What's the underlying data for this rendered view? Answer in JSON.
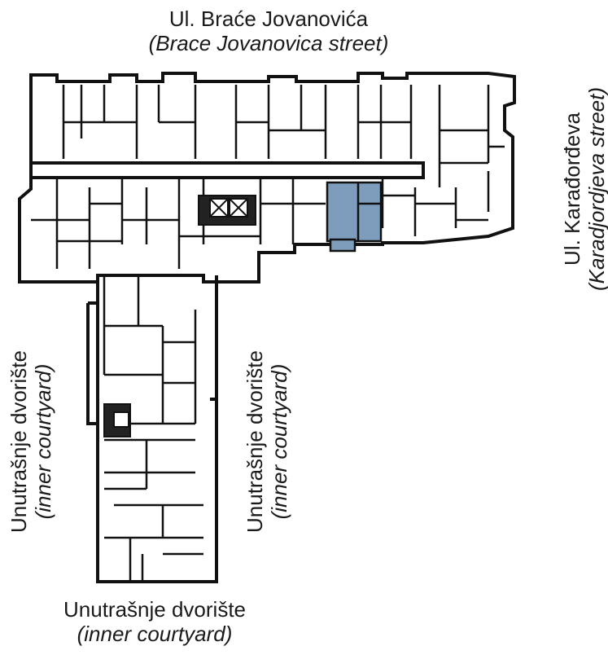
{
  "labels": {
    "top_main": "Ul. Braće Jovanovića",
    "top_sub": "(Brace Jovanovica street)",
    "right_main": "Ul. Karađorđeva",
    "right_sub": "(Karadjordjeva street)",
    "left_main": "Unutrašnje dvorište",
    "left_sub": "(inner courtyard)",
    "mid_main": "Unutrašnje dvorište",
    "mid_sub": "(inner courtyard)",
    "bottom_main": "Unutrašnje dvorište",
    "bottom_sub": "(inner courtyard)"
  },
  "colors": {
    "wall": "#111111",
    "highlight": "#7e9dbd",
    "background": "#ffffff"
  }
}
